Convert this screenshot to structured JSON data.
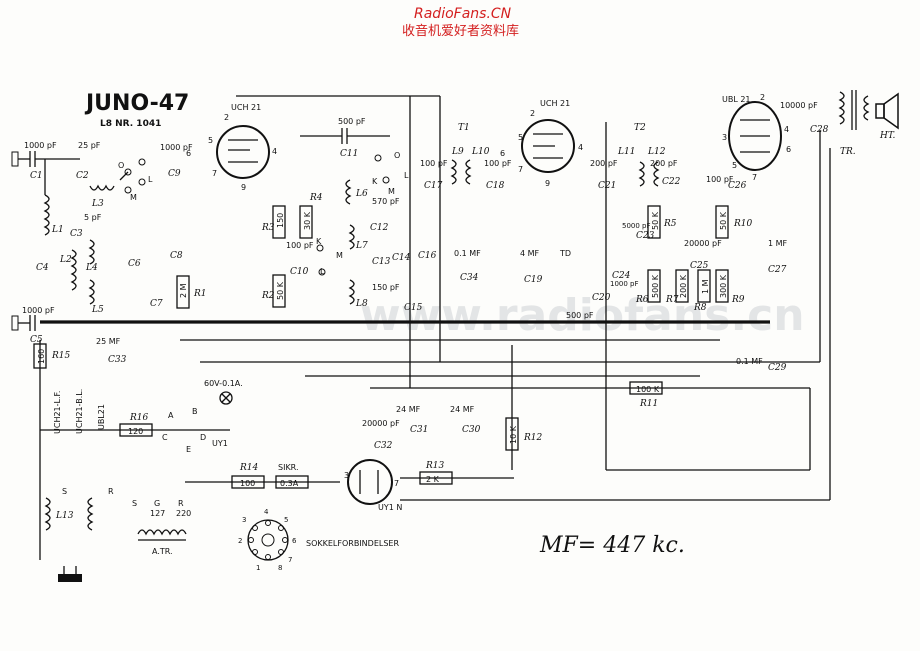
{
  "header": {
    "site": "RadioFans.CN",
    "site_cn": "收音机爱好者资料库"
  },
  "title": "JUNO-47",
  "subtitle": "L8 NR. 1041",
  "watermark": "www.radiofans.cn",
  "note": "MF= 447 kc.",
  "tubes": {
    "v1": "UCH 21",
    "v2": "UCH 21",
    "v3": "UBL 21",
    "v4": "UY1 N"
  },
  "transformers": {
    "t1": "T1",
    "t2": "T2",
    "output": "TR.",
    "speaker": "HT."
  },
  "capacitors": {
    "c1": "C1",
    "c1v": "1000 pF",
    "c2": "C2",
    "c2v": "25 pF",
    "c3": "C3",
    "c3v": "5 pF",
    "c4": "C4",
    "c5": "C5",
    "c5v": "1000 pF",
    "c6": "C6",
    "c7": "C7",
    "c8": "C8",
    "c9": "C9",
    "c9v": "1000 pF",
    "c10": "C10",
    "c10v": "100 pF",
    "c11": "C11",
    "c11v": "500 pF",
    "c12": "C12",
    "c12v": "570 pF",
    "c13": "C13",
    "c13v": "150 pF",
    "c14": "C14",
    "c15": "C15",
    "c16": "C16",
    "c17": "C17",
    "c17v": "100 pF",
    "c18": "C18",
    "c18v": "100 pF",
    "c19": "C19",
    "c19v": "4 MF",
    "c20": "C20",
    "c20v": "500 pF",
    "c21": "C21",
    "c21v": "200 pF",
    "c22": "C22",
    "c22v": "200 pF",
    "c23": "C23",
    "c23v": "5000 pF",
    "c24": "C24",
    "c24v": "1000 pF",
    "c25": "C25",
    "c25v": "20000 pF",
    "c26": "C26",
    "c26v": "100 pF",
    "c27": "C27",
    "c27v": "1 MF",
    "c28": "C28",
    "c28v": "10000 pF",
    "c29": "C29",
    "c29v": "0.1 MF",
    "c30": "C30",
    "c30v": "24 MF",
    "c31": "C31",
    "c31v": "24 MF",
    "c32": "C32",
    "c32v": "20000 pF",
    "c33": "C33",
    "c33v": "25 MF",
    "c34": "C34",
    "c34v": "0.1 MF"
  },
  "resistors": {
    "r1": "R1",
    "r1v": "2 M",
    "r2": "R2",
    "r2v": "50 K",
    "r3": "R3",
    "r3v": "150",
    "r4": "R4",
    "r4v": "30 K",
    "r5": "R5",
    "r5v": "50 K",
    "r6": "R6",
    "r6v": "500 K",
    "r7": "R7",
    "r7v": "200 K",
    "r8": "R8",
    "r8v": "1 M",
    "r9": "R9",
    "r9v": "300 K",
    "r10": "R10",
    "r10v": "50 K",
    "r11": "R11",
    "r11v": "100 K",
    "r12": "R12",
    "r12v": "10 K",
    "r13": "R13",
    "r13v": "2 K",
    "r14": "R14",
    "r14v": "100",
    "r15": "R15",
    "r15v": "160",
    "r16": "R16",
    "r16v": "120"
  },
  "coils": [
    "L1",
    "L2",
    "L3",
    "L4",
    "L5",
    "L6",
    "L7",
    "L8",
    "L9",
    "L10",
    "L11",
    "L12",
    "L13"
  ],
  "switch_labels": {
    "o": "O",
    "k": "K",
    "m": "M",
    "l": "L",
    "td": "TD",
    "a": "A",
    "b": "B",
    "c": "C",
    "d": "D",
    "e": "E",
    "s": "S",
    "r": "R"
  },
  "heater_chain": {
    "lamp": "60V-0.1A.",
    "label1": "UCH21-L.F.",
    "label2": "UCH21-B.L.",
    "label3": "UBL21",
    "uy1": "UY1",
    "fuse": "SIKR.",
    "fuse_v": "0.3A"
  },
  "autotransformer": {
    "label": "A.TR.",
    "taps": [
      "S",
      "G",
      "R"
    ],
    "voltages": [
      "",
      "127",
      "220"
    ]
  },
  "socket": {
    "label": "SOKKELFORBINDELSER",
    "pins": [
      "1",
      "2",
      "3",
      "4",
      "5",
      "6",
      "7",
      "8"
    ]
  },
  "pins": {
    "p2": "2",
    "p3": "3",
    "p4": "4",
    "p5": "5",
    "p6": "6",
    "p7": "7",
    "p8": "8",
    "p9": "9",
    "p1": "1"
  }
}
